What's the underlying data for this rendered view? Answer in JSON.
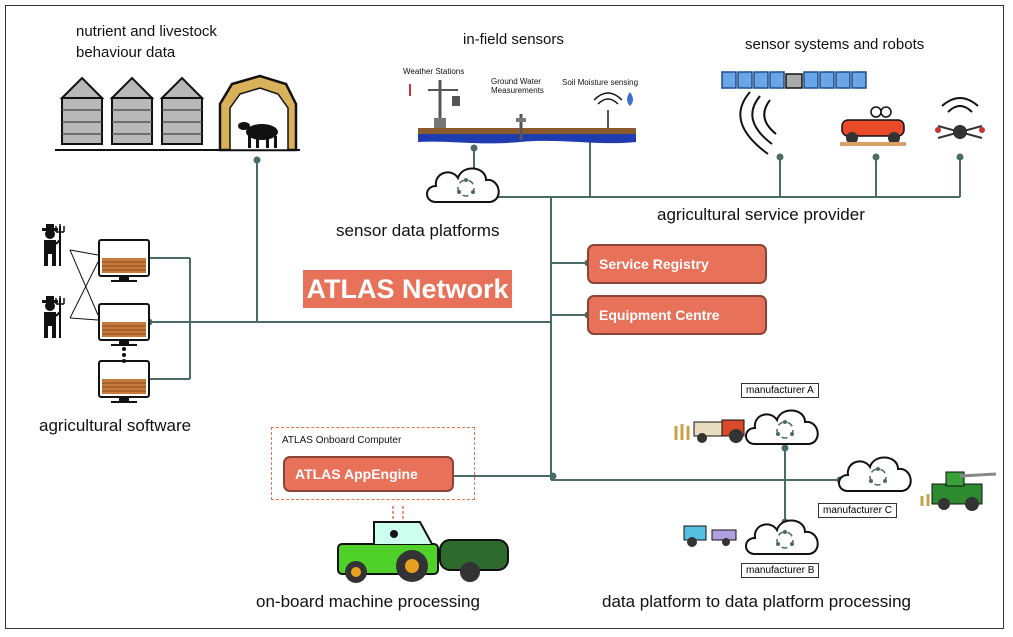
{
  "title": "ATLAS Network",
  "labels": {
    "nutrient_line1": "nutrient and livestock",
    "nutrient_line2": "behaviour data",
    "infield_sensors": "in-field sensors",
    "sensor_systems": "sensor systems and robots",
    "sensor_platforms": "sensor data platforms",
    "service_provider": "agricultural service provider",
    "ag_software": "agricultural software",
    "onboard_processing": "on-board machine processing",
    "dp2dp": "data platform to data platform processing",
    "weather_stations": "Weather Stations",
    "ground_water_1": "Ground Water",
    "ground_water_2": "Measurements",
    "soil_moisture": "Soil Moisture sensing"
  },
  "buttons": {
    "service_registry": "Service Registry",
    "equipment_centre": "Equipment Centre",
    "appengine": "ATLAS AppEngine"
  },
  "onboard_computer": "ATLAS Onboard Computer",
  "manufacturers": {
    "a": "manufacturer A",
    "b": "manufacturer B",
    "c": "manufacturer C"
  },
  "colors": {
    "accent": "#e8715a",
    "line": "#4a6b66",
    "dark": "#111111"
  }
}
